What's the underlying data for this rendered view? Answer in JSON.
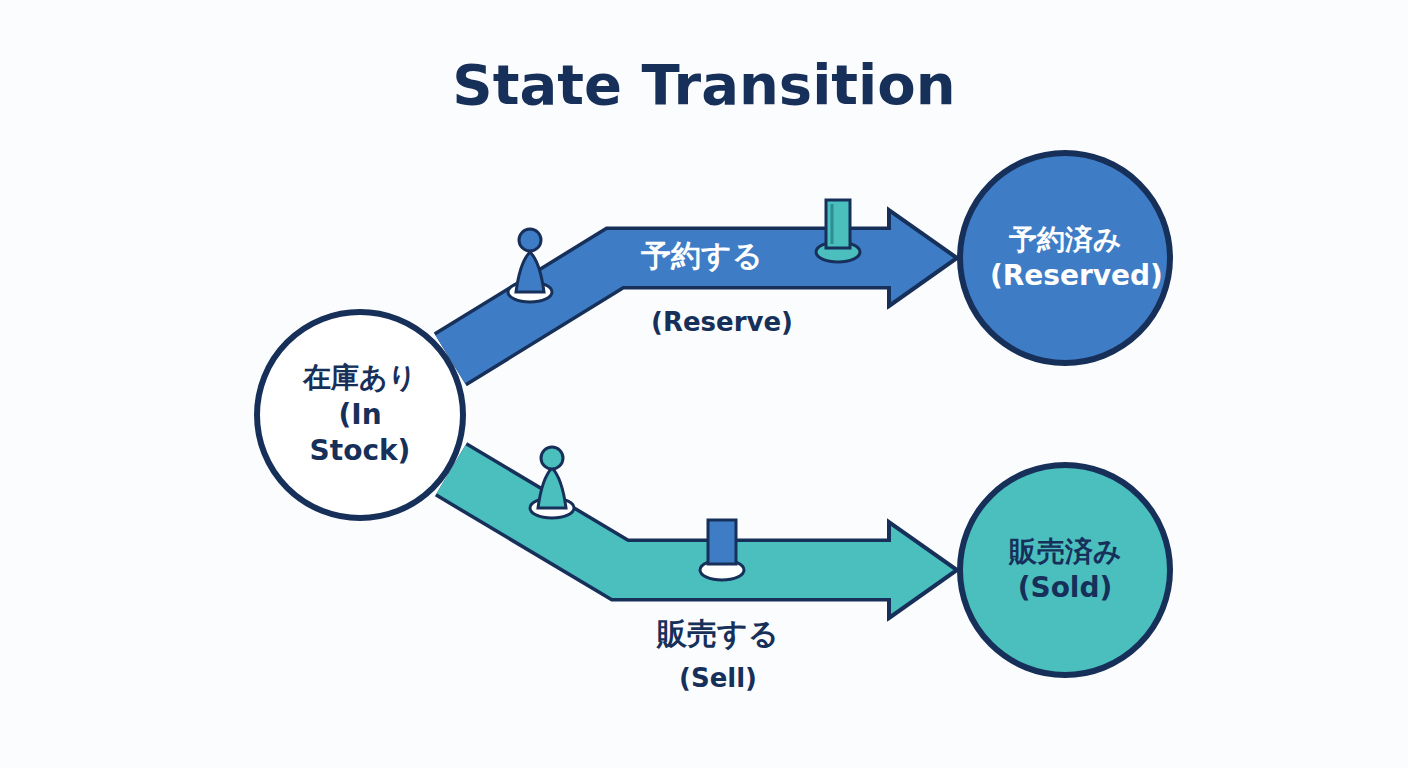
{
  "diagram": {
    "title": "State Transition",
    "nodes": [
      {
        "text": [
          "在庫あり (In Stock)"
        ]
      },
      {
        "text": [
          "予約済み (Reserved)"
        ]
      },
      {
        "text": [
          "販売済み (Sold)"
        ]
      }
    ],
    "edges": [
      {
        "from": 0,
        "to": 1,
        "arrow": "to",
        "label": "予約する"
      },
      {
        "from": 0,
        "to": 2,
        "arrow": "to",
        "label": "販売する"
      }
    ],
    "labels": [
      "(Reserve)",
      "(Sell)"
    ]
  }
}
